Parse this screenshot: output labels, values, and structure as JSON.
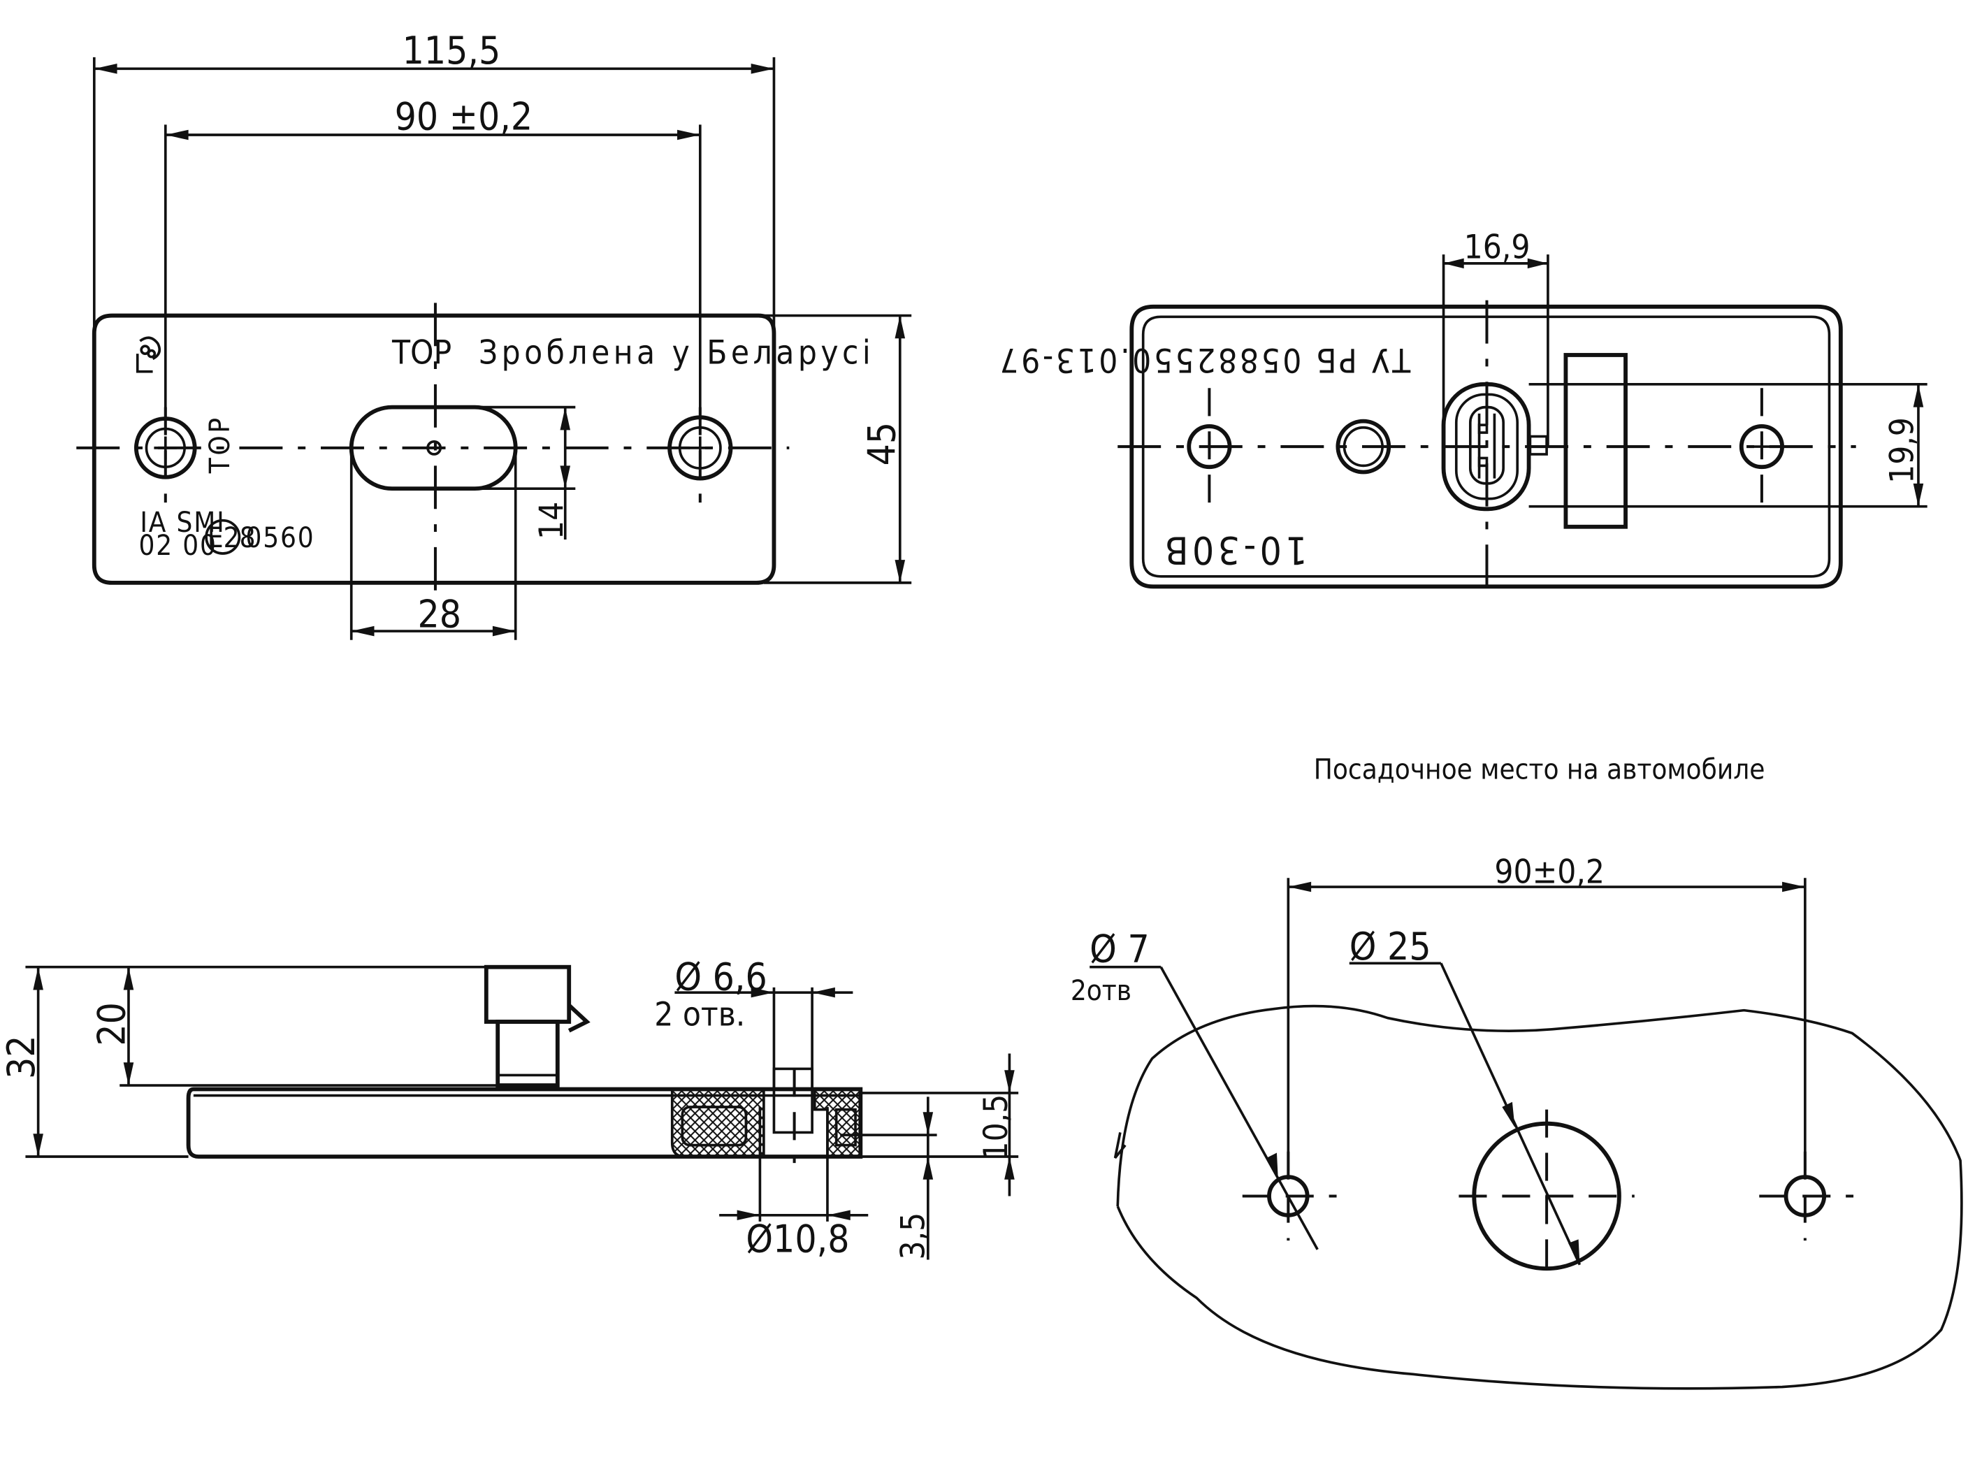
{
  "front_view": {
    "dim_overall_width": "115,5",
    "dim_hole_spacing": "90 ±0,2",
    "dim_height": "45",
    "dim_slot_height": "14",
    "dim_slot_width": "28",
    "label_top": "TOP",
    "label_top_vertical": "TOP",
    "label_made_in": "Зроблена у Беларусі",
    "approval_line1": "IA SMI",
    "approval_line2": "02 00",
    "approval_mark": "E28",
    "approval_number": "0560"
  },
  "rear_view": {
    "dim_connector_width": "16,9",
    "dim_connector_height": "19,9",
    "spec_text": "ТУ РБ 05882550.013-97",
    "model_text": "10-30В"
  },
  "side_view": {
    "dim_total_height": "32",
    "dim_body_height": "20",
    "dim_hole_d66": "Ø 6,6",
    "dim_hole_d66_count": "2 отв.",
    "dim_hole_d108": "Ø10,8",
    "dim_base_height": "10,5",
    "dim_step": "3,5"
  },
  "mounting": {
    "title": "Посадочное место на автомобиле",
    "dim_spacing": "90±0,2",
    "dim_hole_d7": "Ø 7",
    "dim_hole_d7_count": "2отв",
    "dim_center_d25": "Ø 25"
  }
}
